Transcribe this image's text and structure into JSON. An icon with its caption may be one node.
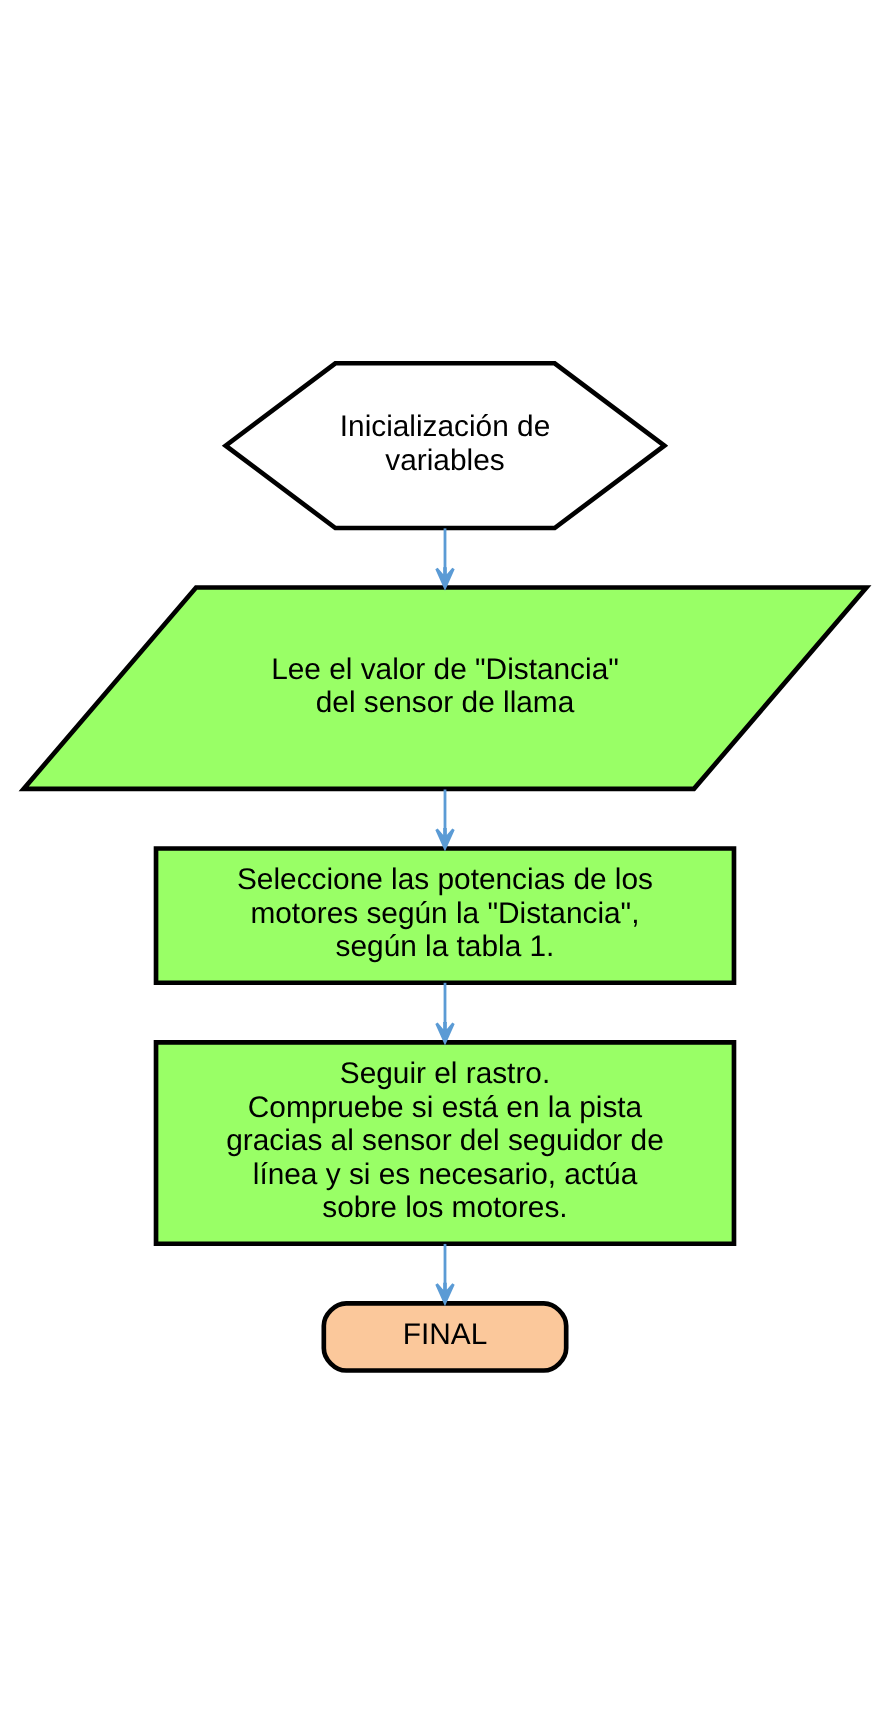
{
  "diagram": {
    "nodes": [
      {
        "text": [
          "Inicialización de variables"
        ]
      },
      {
        "text": [
          "Lee el valor de \"Distancia\" del sensor de llama"
        ]
      },
      {
        "text": [
          "Seleccione las potencias de los motores según la \"Distancia\", según la tabla 1."
        ]
      },
      {
        "text": [
          "Seguir el rastro.",
          "Compruebe si está en la pista gracias al sensor del seguidor de línea y si es necesario, actúa sobre los motores."
        ]
      },
      {
        "text": [
          "FINAL"
        ]
      }
    ],
    "edges": [
      {
        "from": 0,
        "to": 1,
        "arrow": "to"
      },
      {
        "from": 1,
        "to": 2,
        "arrow": "to"
      },
      {
        "from": 2,
        "to": 3,
        "arrow": "to"
      },
      {
        "from": 3,
        "to": 4,
        "arrow": "to"
      }
    ]
  }
}
